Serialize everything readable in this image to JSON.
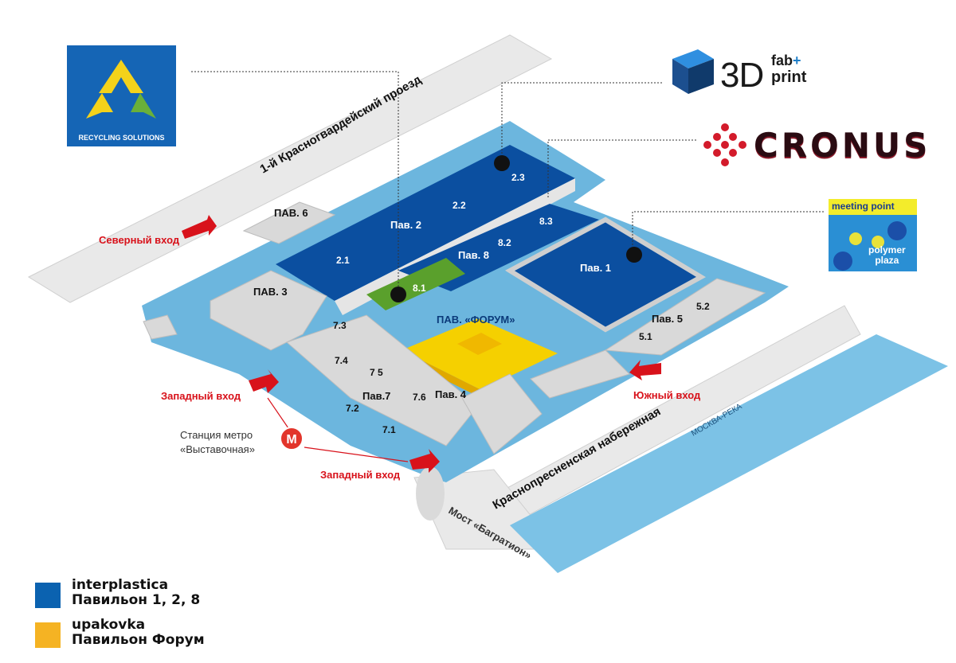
{
  "logos": {
    "recycling": "RECYCLING SOLUTIONS",
    "fab_3d": "3D",
    "fab_fab": "fab",
    "fab_plus": "+",
    "fab_print": "print",
    "cronus": "CRONUS",
    "meeting_point": "meeting point",
    "polymer": "polymer",
    "plaza": "plaza"
  },
  "streets": {
    "north": "1-й Красногвардейский проезд",
    "south": "Краснопресненская набережная",
    "river": "МОСКВА-РЕКА",
    "bridge": "Мост «Багратион»"
  },
  "pavilions": {
    "pav6": "ПАВ. 6",
    "pav2": "Пав. 2",
    "pav3": "ПАВ. 3",
    "pav8": "Пав. 8",
    "pav1": "Пав. 1",
    "pav5": "Пав. 5",
    "forum": "ПАВ. «ФОРУМ»",
    "pav7": "Пав.7",
    "pav4": "Пав. 4"
  },
  "halls": {
    "h2_1": "2.1",
    "h2_2": "2.2",
    "h2_3": "2.3",
    "h8_1": "8.1",
    "h8_2": "8.2",
    "h8_3": "8.3",
    "h5_1": "5.1",
    "h5_2": "5.2",
    "h7_1": "7.1",
    "h7_2": "7.2",
    "h7_3": "7.3",
    "h7_4": "7.4",
    "h7_5": "7 5",
    "h7_6": "7.6"
  },
  "entrances": {
    "north": "Северный вход",
    "west1": "Западный вход",
    "west2": "Западный вход",
    "south": "Южный вход"
  },
  "metro": {
    "letter": "M",
    "line1": "Станция метро",
    "line2": "«Выставочная»"
  },
  "legend": [
    {
      "line1": "interplastica",
      "line2": "Павильон 1, 2, 8",
      "color": "#0b62b0"
    },
    {
      "line1": "upakovka",
      "line2": "Павильон Форум",
      "color": "#f5b323"
    }
  ],
  "colors": {
    "water": "#6cb6de",
    "hall_blue": "#0b4fa0",
    "hall_green": "#5aa02c",
    "forum_yellow": "#f5d000",
    "road": "#e6e6e6",
    "building": "#d9d9d9",
    "entrance_red": "#d8121b"
  }
}
